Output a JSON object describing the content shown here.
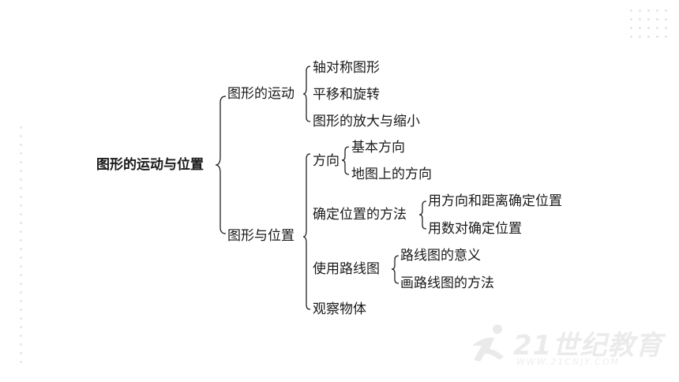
{
  "diagram": {
    "root": "图形的运动与位置",
    "branch1": {
      "label": "图形的运动",
      "items": [
        "轴对称图形",
        "平移和旋转",
        "图形的放大与缩小"
      ]
    },
    "branch2": {
      "label": "图形与位置",
      "groups": [
        {
          "label": "方向",
          "items": [
            "基本方向",
            "地图上的方向"
          ]
        },
        {
          "label": "确定位置的方法",
          "items": [
            "用方向和距离确定位置",
            "用数对确定位置"
          ]
        },
        {
          "label": "使用路线图",
          "items": [
            "路线图的意义",
            "画路线图的方法"
          ]
        },
        {
          "label": "观察物体",
          "items": []
        }
      ]
    }
  },
  "watermark": {
    "title": "21世纪教育",
    "url": "WWW.21CNJY.COM",
    "color": "#d9d9d9"
  }
}
